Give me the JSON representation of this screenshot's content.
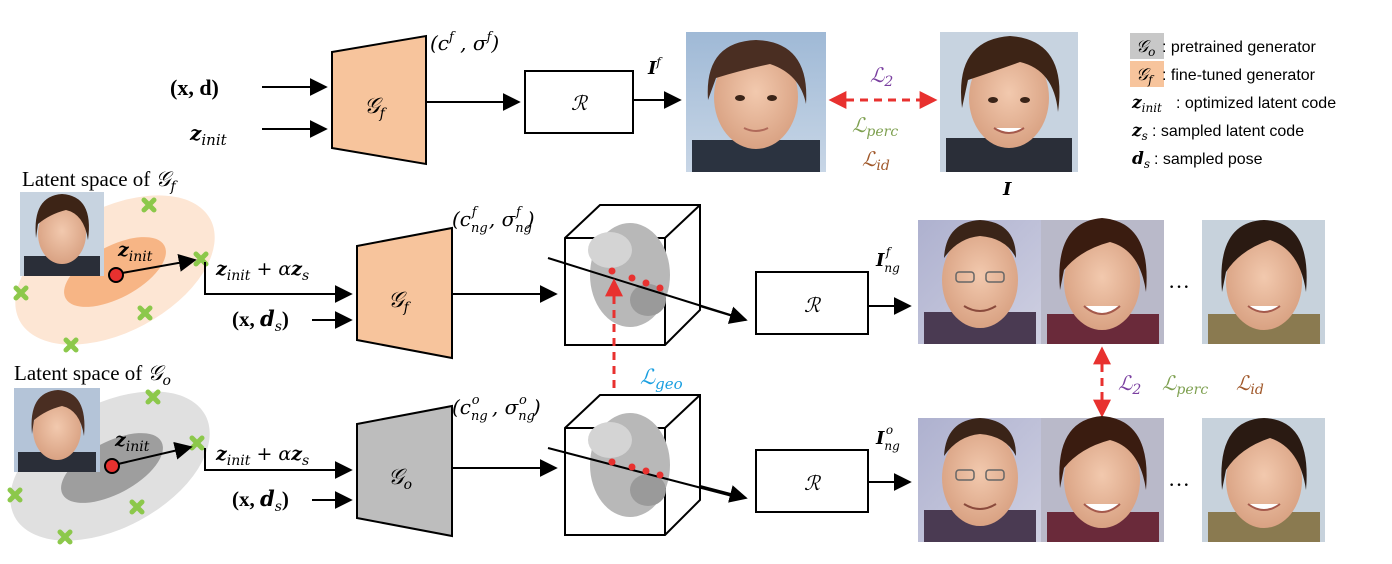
{
  "colors": {
    "finetuned": "#f7c49c",
    "pretrained": "#bdbdbd",
    "loss_red": "#e8312f",
    "l2_purple": "#7a3fa0",
    "lperc_green": "#7ea050",
    "lid_brown": "#a0582a",
    "lgeo_blue": "#1a9fe0",
    "latent_orange_outer": "#fde6d4",
    "latent_orange_inner": "#f7b585",
    "latent_gray_outer": "#e0e0e0",
    "latent_gray_inner": "#9e9e9e",
    "cross_green": "#8cc84b"
  },
  "legend": {
    "items": [
      {
        "symbol": "𝒢o",
        "text": ": pretrained generator",
        "swatch": "#c8c8c8"
      },
      {
        "symbol": "𝒢f",
        "text": ": fine-tuned generator",
        "swatch": "#f7c49c"
      },
      {
        "symbol": "z_init",
        "text": ": optimized latent code"
      },
      {
        "symbol": "z_s",
        "text": ": sampled latent code"
      },
      {
        "symbol": "d_s",
        "text": " : sampled pose"
      }
    ]
  },
  "top_row": {
    "input_xd": "(x, d)",
    "input_zinit": "z_init",
    "generator": "𝒢f",
    "gen_output": "(c^f , σ^f)",
    "renderer": "ℛ",
    "image_label": "I^f",
    "target_label": "I",
    "loss_l2": "ℒ2",
    "loss_perc": "ℒperc",
    "loss_id": "ℒid"
  },
  "middle_row": {
    "latent_title": "Latent space of 𝒢f",
    "zinit": "z_init",
    "input_top": "z_init + αz_s",
    "input_bottom": "(x, d_s)",
    "generator": "𝒢f",
    "gen_output": "(c_ng^f , σ_ng^f)",
    "renderer": "ℛ",
    "image_label": "I_ng^f",
    "ellipsis": "···"
  },
  "bottom_row": {
    "latent_title": "Latent space of 𝒢o",
    "zinit": "z_init",
    "input_top": "z_init + αz_s",
    "input_bottom": "(x, d_s)",
    "generator": "𝒢o",
    "gen_output": "(c_ng^o , σ_ng^o)",
    "renderer": "ℛ",
    "image_label": "I_ng^o",
    "ellipsis": "···"
  },
  "losses_between": {
    "geo": "ℒgeo",
    "l2": "ℒ2",
    "perc": "ℒperc",
    "id": "ℒid"
  }
}
